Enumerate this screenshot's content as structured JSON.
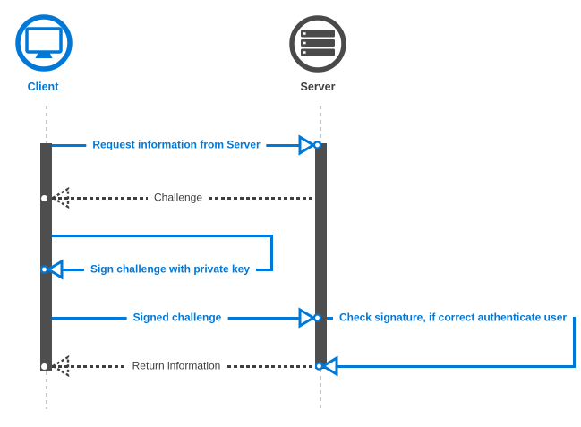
{
  "diagram_type": "client-server-sequence-diagram",
  "actors": {
    "client": {
      "label": "Client",
      "icon": "monitor-icon",
      "color": "#0078D7"
    },
    "server": {
      "label": "Server",
      "icon": "server-stack-icon",
      "color": "#4A4A4A"
    }
  },
  "messages": {
    "request": {
      "label": "Request information from Server",
      "from": "client",
      "to": "server",
      "style": "solid-blue-open-arrow"
    },
    "challenge": {
      "label": "Challenge",
      "from": "server",
      "to": "client",
      "style": "dashed-gray-return"
    },
    "sign": {
      "label": "Sign challenge with private key",
      "from": "client",
      "to": "client",
      "style": "solid-blue-self-loop"
    },
    "signed": {
      "label": "Signed challenge",
      "from": "client",
      "to": "server",
      "style": "solid-blue-open-arrow"
    },
    "check": {
      "label": "Check signature, if correct authenticate user",
      "from": "server",
      "to": "server",
      "style": "solid-blue-self-loop"
    },
    "return": {
      "label": "Return information",
      "from": "server",
      "to": "client",
      "style": "dashed-gray-return"
    }
  },
  "colors": {
    "accent_blue": "#0078D7",
    "bar_gray": "#4E4E4E",
    "message_gray": "#3F3F3F",
    "lifeline_gray": "#C7C7C7",
    "background": "#FFFFFF"
  }
}
